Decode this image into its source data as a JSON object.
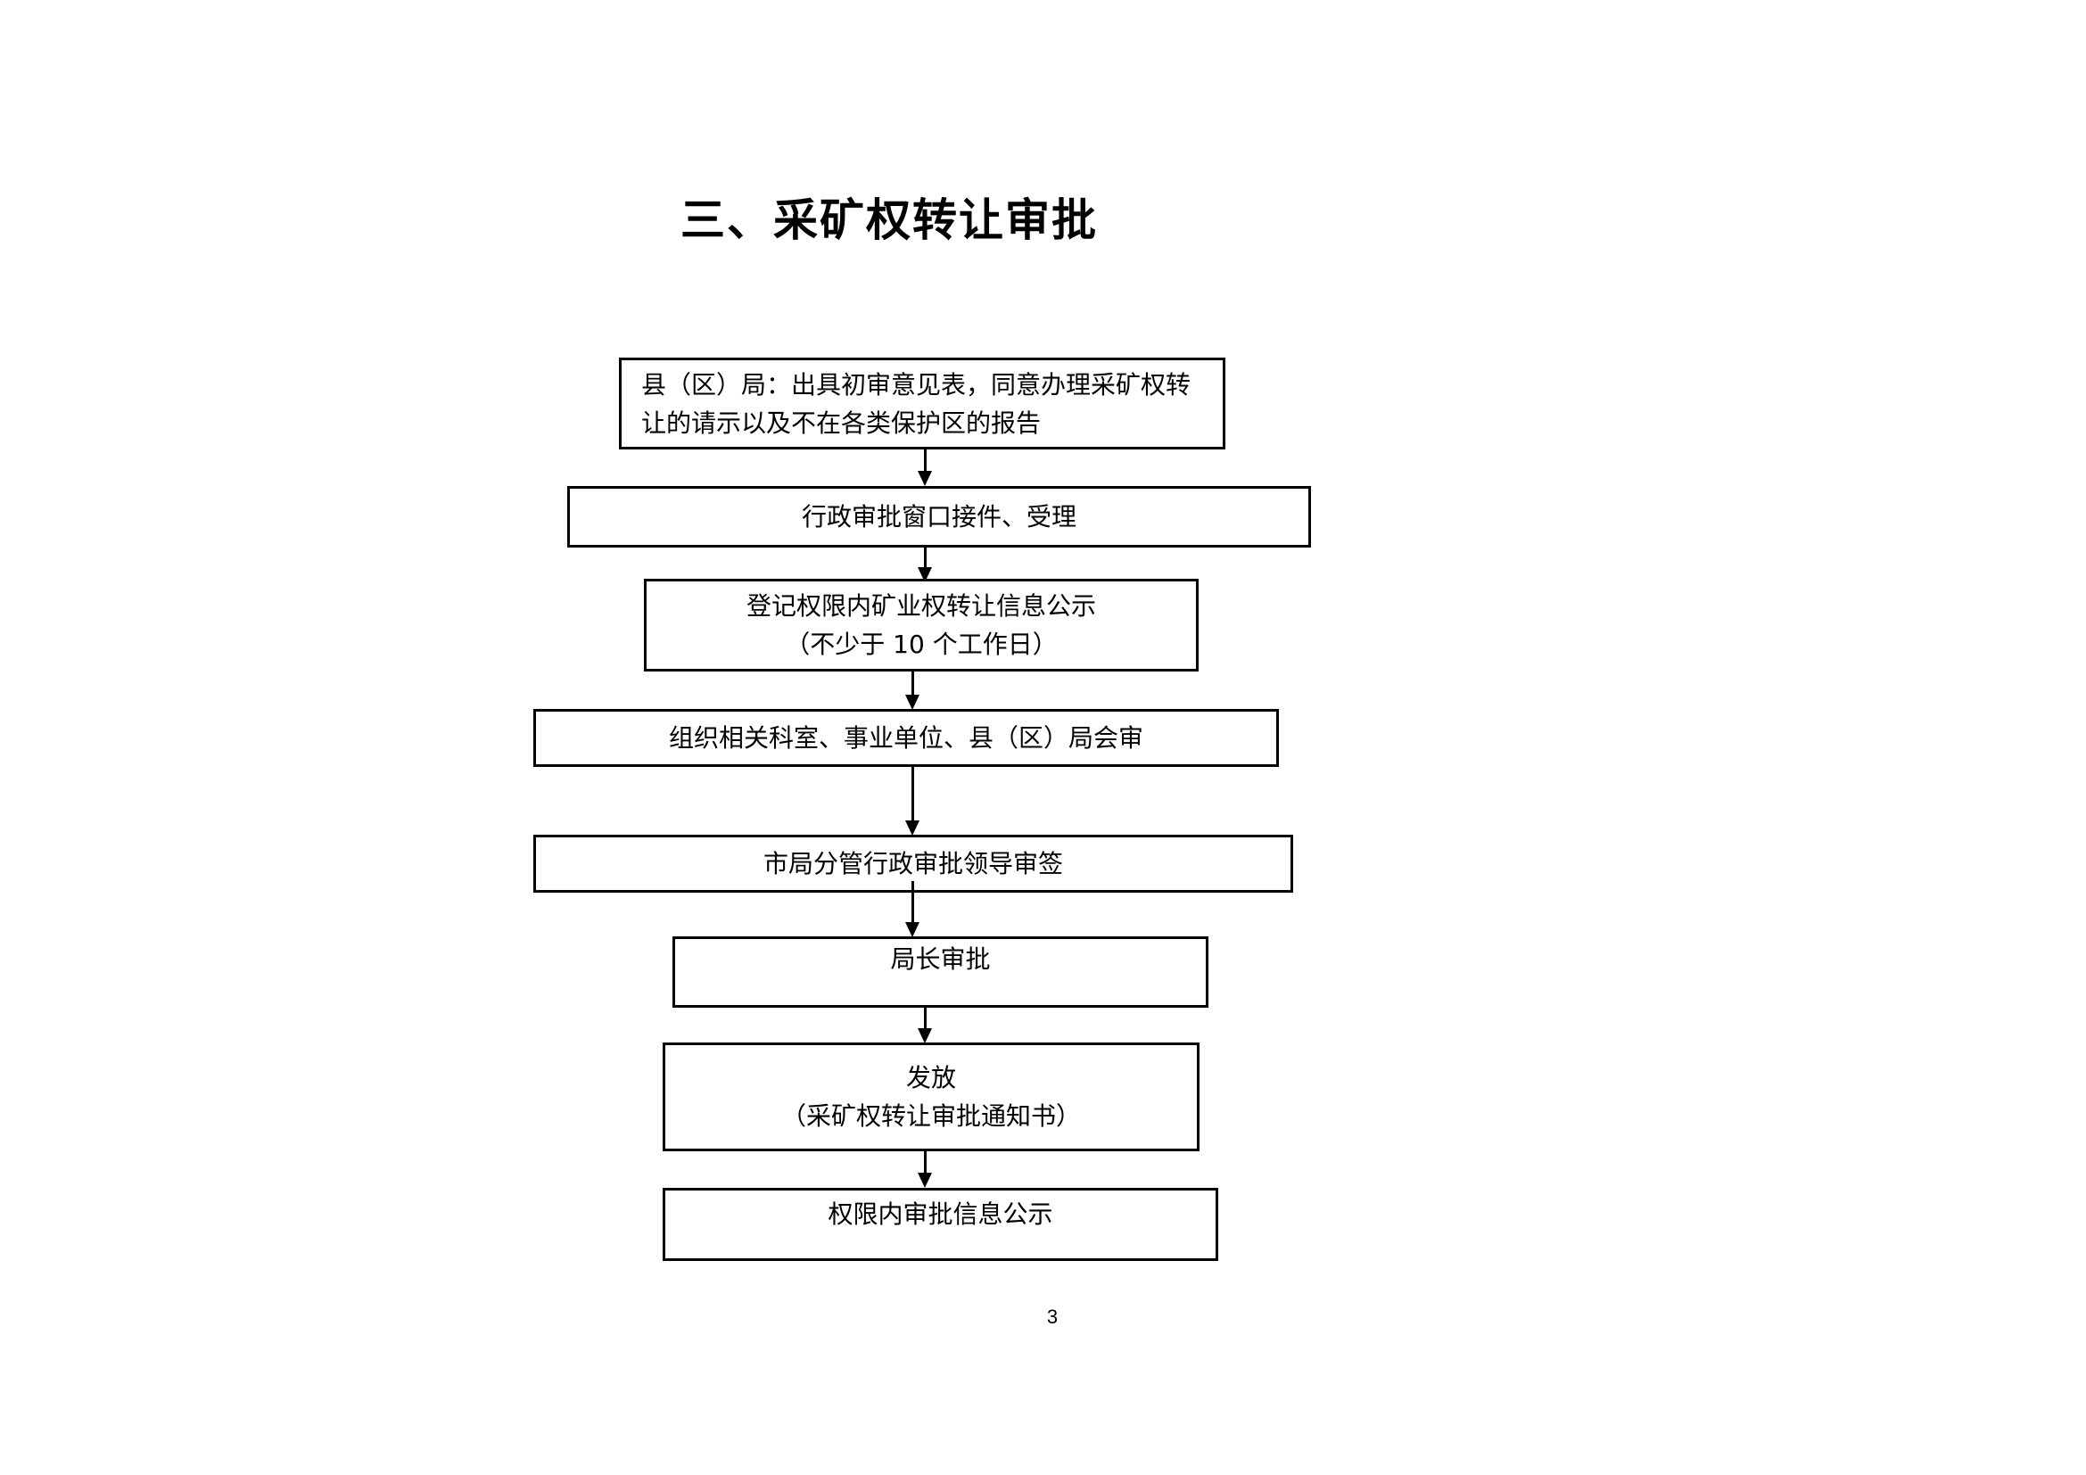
{
  "title": "三、采矿权转让审批",
  "steps": [
    {
      "lines": [
        "县（区）局：出具初审意见表，同意办理采矿权转",
        "让的请示以及不在各类保护区的报告"
      ]
    },
    {
      "lines": [
        "行政审批窗口接件、受理"
      ]
    },
    {
      "lines": [
        "登记权限内矿业权转让信息公示",
        "（不少于 10 个工作日）"
      ]
    },
    {
      "lines": [
        "组织相关科室、事业单位、县（区）局会审"
      ]
    },
    {
      "lines": [
        "市局分管行政审批领导审签"
      ]
    },
    {
      "lines": [
        "局长审批"
      ]
    },
    {
      "lines": [
        "发放",
        "（采矿权转让审批通知书）"
      ]
    },
    {
      "lines": [
        "权限内审批信息公示"
      ]
    }
  ],
  "page_number": "3"
}
